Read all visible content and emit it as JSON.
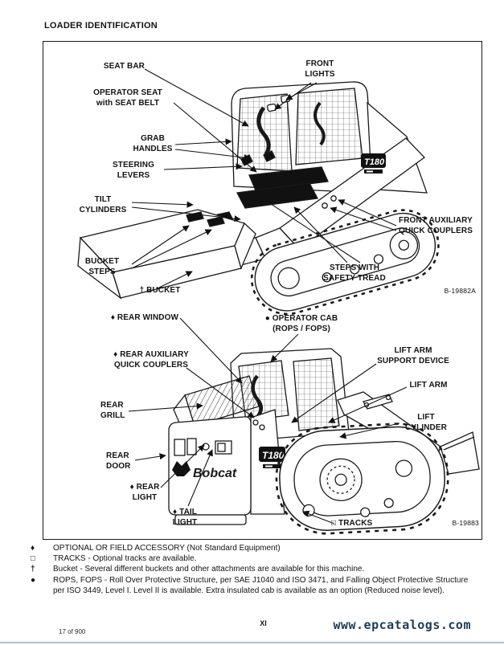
{
  "page": {
    "title": "LOADER IDENTIFICATION",
    "page_number": "17 of 900",
    "roman_numeral": "XI",
    "watermark": "www.epcatalogs.com",
    "watermark_color": "#1d3c55",
    "bottom_rule_color": "#abc3d6",
    "ink_color": "#131313"
  },
  "diagram_top": {
    "figure_ref": "B-19882A",
    "decal": "T180",
    "labels": {
      "seat_bar": {
        "lines": [
          "SEAT BAR"
        ]
      },
      "front_lights": {
        "lines": [
          "FRONT",
          "LIGHTS"
        ]
      },
      "operator_seat": {
        "lines": [
          "OPERATOR SEAT",
          "with SEAT BELT"
        ]
      },
      "grab_handles": {
        "lines": [
          "GRAB",
          "HANDLES"
        ]
      },
      "steering_levers": {
        "lines": [
          "STEERING",
          "LEVERS"
        ]
      },
      "tilt_cylinders": {
        "lines": [
          "TILT",
          "CYLINDERS"
        ]
      },
      "bucket_steps": {
        "lines": [
          "BUCKET",
          "STEPS"
        ]
      },
      "bucket": {
        "lines": [
          "† BUCKET"
        ]
      },
      "front_aux": {
        "lines": [
          "FRONT AUXILIARY",
          "QUICK COUPLERS"
        ]
      },
      "steps_safety": {
        "lines": [
          "STEPS WITH",
          "SAFETY TREAD"
        ]
      }
    }
  },
  "diagram_bottom": {
    "figure_ref": "B-19883",
    "decal": "T180",
    "brand": "Bobcat",
    "labels": {
      "rear_window": {
        "lines": [
          "♦ REAR WINDOW"
        ]
      },
      "operator_cab": {
        "lines": [
          "● OPERATOR CAB",
          "(ROPS / FOPS)"
        ]
      },
      "rear_aux": {
        "lines": [
          "♦ REAR AUXILIARY",
          "QUICK COUPLERS"
        ]
      },
      "rear_grill": {
        "lines": [
          "REAR",
          "GRILL"
        ]
      },
      "rear_door": {
        "lines": [
          "REAR",
          "DOOR"
        ]
      },
      "rear_light": {
        "lines": [
          "♦ REAR",
          "LIGHT"
        ]
      },
      "tail_light": {
        "lines": [
          "♦ TAIL",
          "LIGHT"
        ]
      },
      "lift_arm_support": {
        "lines": [
          "LIFT ARM",
          "SUPPORT DEVICE"
        ]
      },
      "lift_arm": {
        "lines": [
          "LIFT ARM"
        ]
      },
      "lift_cylinder": {
        "lines": [
          "LIFT",
          "CYLINDER"
        ]
      },
      "tracks": {
        "lines": [
          "□ TRACKS"
        ]
      }
    }
  },
  "legend": {
    "items": [
      {
        "symbol": "♦",
        "text": "OPTIONAL OR FIELD ACCESSORY (Not Standard Equipment)"
      },
      {
        "symbol": "□",
        "text": "TRACKS - Optional tracks are available."
      },
      {
        "symbol": "†",
        "text": "Bucket - Several different buckets and other attachments are available for this machine."
      },
      {
        "symbol": "●",
        "text": "ROPS, FOPS - Roll Over Protective Structure, per SAE J1040 and ISO 3471, and Falling Object Protective Structure per ISO 3449, Level I. Level II is available. Extra insulated cab is available as an option (Reduced noise level)."
      }
    ]
  }
}
